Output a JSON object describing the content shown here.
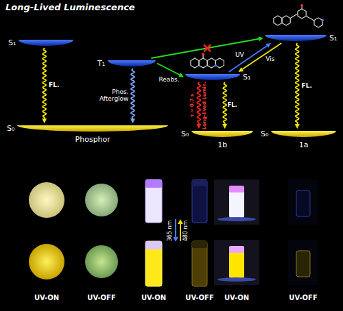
{
  "diagram": {
    "title": "Long-Lived Luminescence",
    "nodes": [
      {
        "text": [
          "S₁"
        ]
      },
      {
        "text": [
          "T₁"
        ]
      },
      {
        "text": [
          "S₀",
          "Phosphor"
        ]
      },
      {
        "text": [
          "S₁"
        ]
      },
      {
        "text": [
          "S₀",
          "1b"
        ]
      },
      {
        "text": [
          "S₁"
        ]
      },
      {
        "text": [
          "S₀",
          "1a"
        ]
      }
    ],
    "edges": [
      {
        "from": 0,
        "to": 2,
        "arrow": "to",
        "label": "FL."
      },
      {
        "from": 1,
        "to": 2,
        "arrow": "to",
        "label": "Phos. Afterglow"
      },
      {
        "from": 1,
        "to": 3,
        "arrow": "to",
        "label": "Reabs."
      },
      {
        "from": 1,
        "to": 5,
        "arrow": "to"
      },
      {
        "from": 3,
        "to": 5,
        "arrow": "to",
        "label": "UV"
      },
      {
        "from": 5,
        "to": 3,
        "arrow": "to",
        "label": "Vis"
      },
      {
        "from": 3,
        "to": 4,
        "arrow": "to",
        "label": "Long-lived Lumin."
      },
      {
        "from": 3,
        "to": 4,
        "arrow": "to",
        "label": "FL."
      },
      {
        "from": 5,
        "to": 6,
        "arrow": "to",
        "label": "FL."
      }
    ],
    "labels": [
      "365 nm",
      "480 nm",
      "UV-ON",
      "UV-OFF",
      "UV-ON",
      "UV-OFF",
      "UV-ON",
      "UV-OFF",
      "τ > 0.7 s"
    ]
  }
}
